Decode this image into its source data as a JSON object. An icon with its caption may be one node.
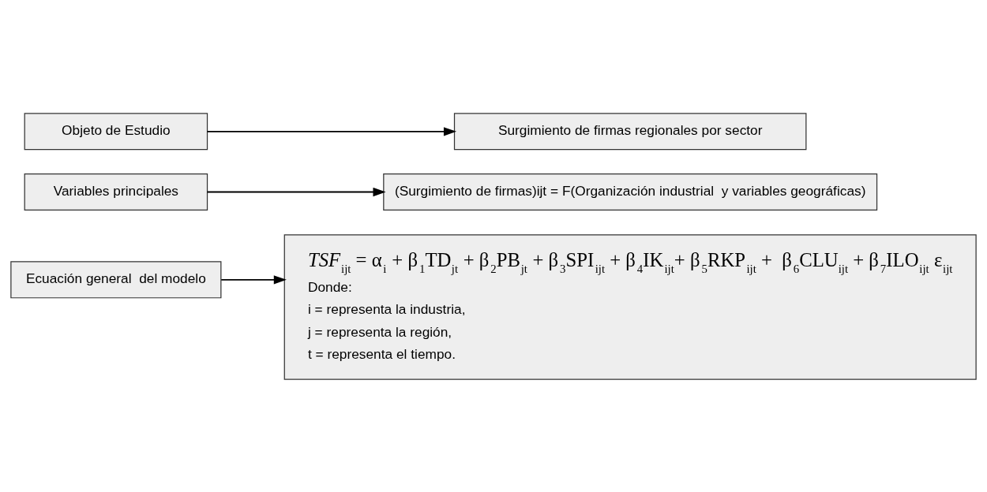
{
  "diagram": {
    "nodes": [
      {
        "text": [
          "Objeto de Estudio"
        ]
      },
      {
        "text": [
          "Surgimiento de firmas regionales por sector"
        ]
      },
      {
        "text": [
          "Variables principales"
        ]
      },
      {
        "text": [
          "(Surgimiento de firmas)ijt = F(Organización industrial  y variables geográficas)"
        ]
      },
      {
        "text": [
          "Ecuación general  del modelo"
        ]
      },
      {
        "text": [
          "*TSF*$_{ijt}$ = α$_{i}$ + β$_{1}$TD$_{jt}$ + β$_{2}$PB$_{jt}$ + β$_{3}$SPI$_{ijt}$ + β$_{4}$IK$_{ijt}$+ β$_{5}$RKP$_{ijt}$ +  β$_{6}$CLU$_{ijt}$ + β$_{7}$ILO$_{ijt}$ ε$_{ijt}$",
          "Donde:",
          "i = representa la industria,",
          "j = representa la región,",
          "t = representa el tiempo."
        ]
      }
    ],
    "edges": [
      {
        "from": 0,
        "to": 1,
        "arrow": "to"
      },
      {
        "from": 2,
        "to": 3,
        "arrow": "to"
      },
      {
        "from": 4,
        "to": 5,
        "arrow": "to"
      }
    ]
  }
}
